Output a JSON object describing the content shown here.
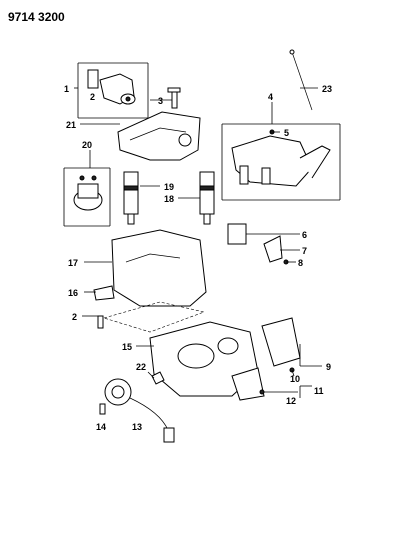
{
  "header": {
    "code": "9714 3200"
  },
  "callouts": [
    {
      "id": "1",
      "text": "1"
    },
    {
      "id": "2a",
      "text": "2"
    },
    {
      "id": "3",
      "text": "3"
    },
    {
      "id": "4",
      "text": "4"
    },
    {
      "id": "5",
      "text": "5"
    },
    {
      "id": "6",
      "text": "6"
    },
    {
      "id": "7",
      "text": "7"
    },
    {
      "id": "8",
      "text": "8"
    },
    {
      "id": "9",
      "text": "9"
    },
    {
      "id": "10",
      "text": "10"
    },
    {
      "id": "11",
      "text": "11"
    },
    {
      "id": "12",
      "text": "12"
    },
    {
      "id": "13",
      "text": "13"
    },
    {
      "id": "14",
      "text": "14"
    },
    {
      "id": "15",
      "text": "15"
    },
    {
      "id": "16",
      "text": "16"
    },
    {
      "id": "17",
      "text": "17"
    },
    {
      "id": "18",
      "text": "18"
    },
    {
      "id": "19",
      "text": "19"
    },
    {
      "id": "20",
      "text": "20"
    },
    {
      "id": "21",
      "text": "21"
    },
    {
      "id": "22",
      "text": "22"
    },
    {
      "id": "23",
      "text": "23"
    },
    {
      "id": "2b",
      "text": "2"
    }
  ]
}
